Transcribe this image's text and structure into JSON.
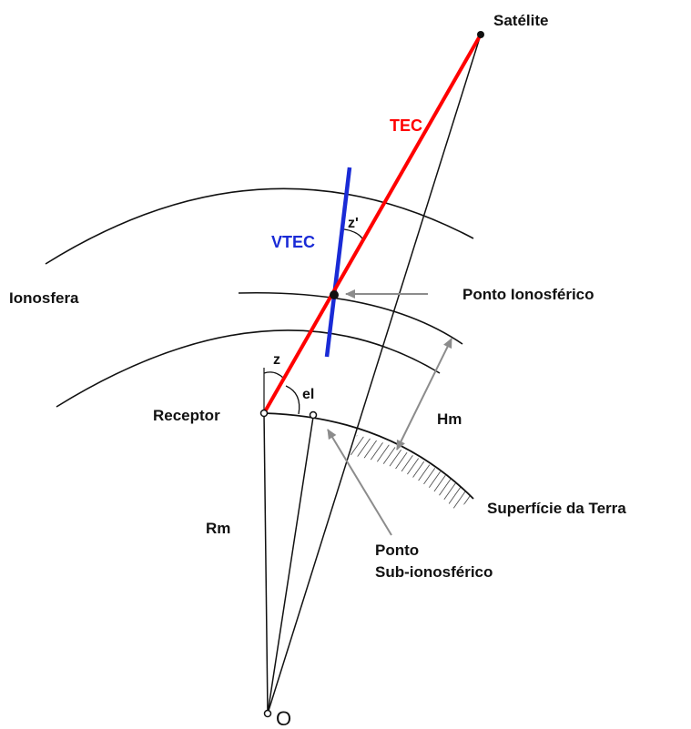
{
  "labels": {
    "satellite": "Satélite",
    "tec": "TEC",
    "vtec": "VTEC",
    "z_prime": "z'",
    "ionosphere": "Ionosfera",
    "ionospheric_point": "Ponto Ionosférico",
    "z": "z",
    "el": "el",
    "receiver": "Receptor",
    "hm": "Hm",
    "earth_surface": "Superfície da Terra",
    "rm": "Rm",
    "subionospheric_point_line1": "Ponto",
    "subionospheric_point_line2": "Sub-ionosférico",
    "center": "O"
  },
  "colors": {
    "tec_line": "#ff0000",
    "vtec_line": "#1a2bd6",
    "pointer_arrows": "#8c8c8c",
    "geometry_lines": "#111111"
  }
}
